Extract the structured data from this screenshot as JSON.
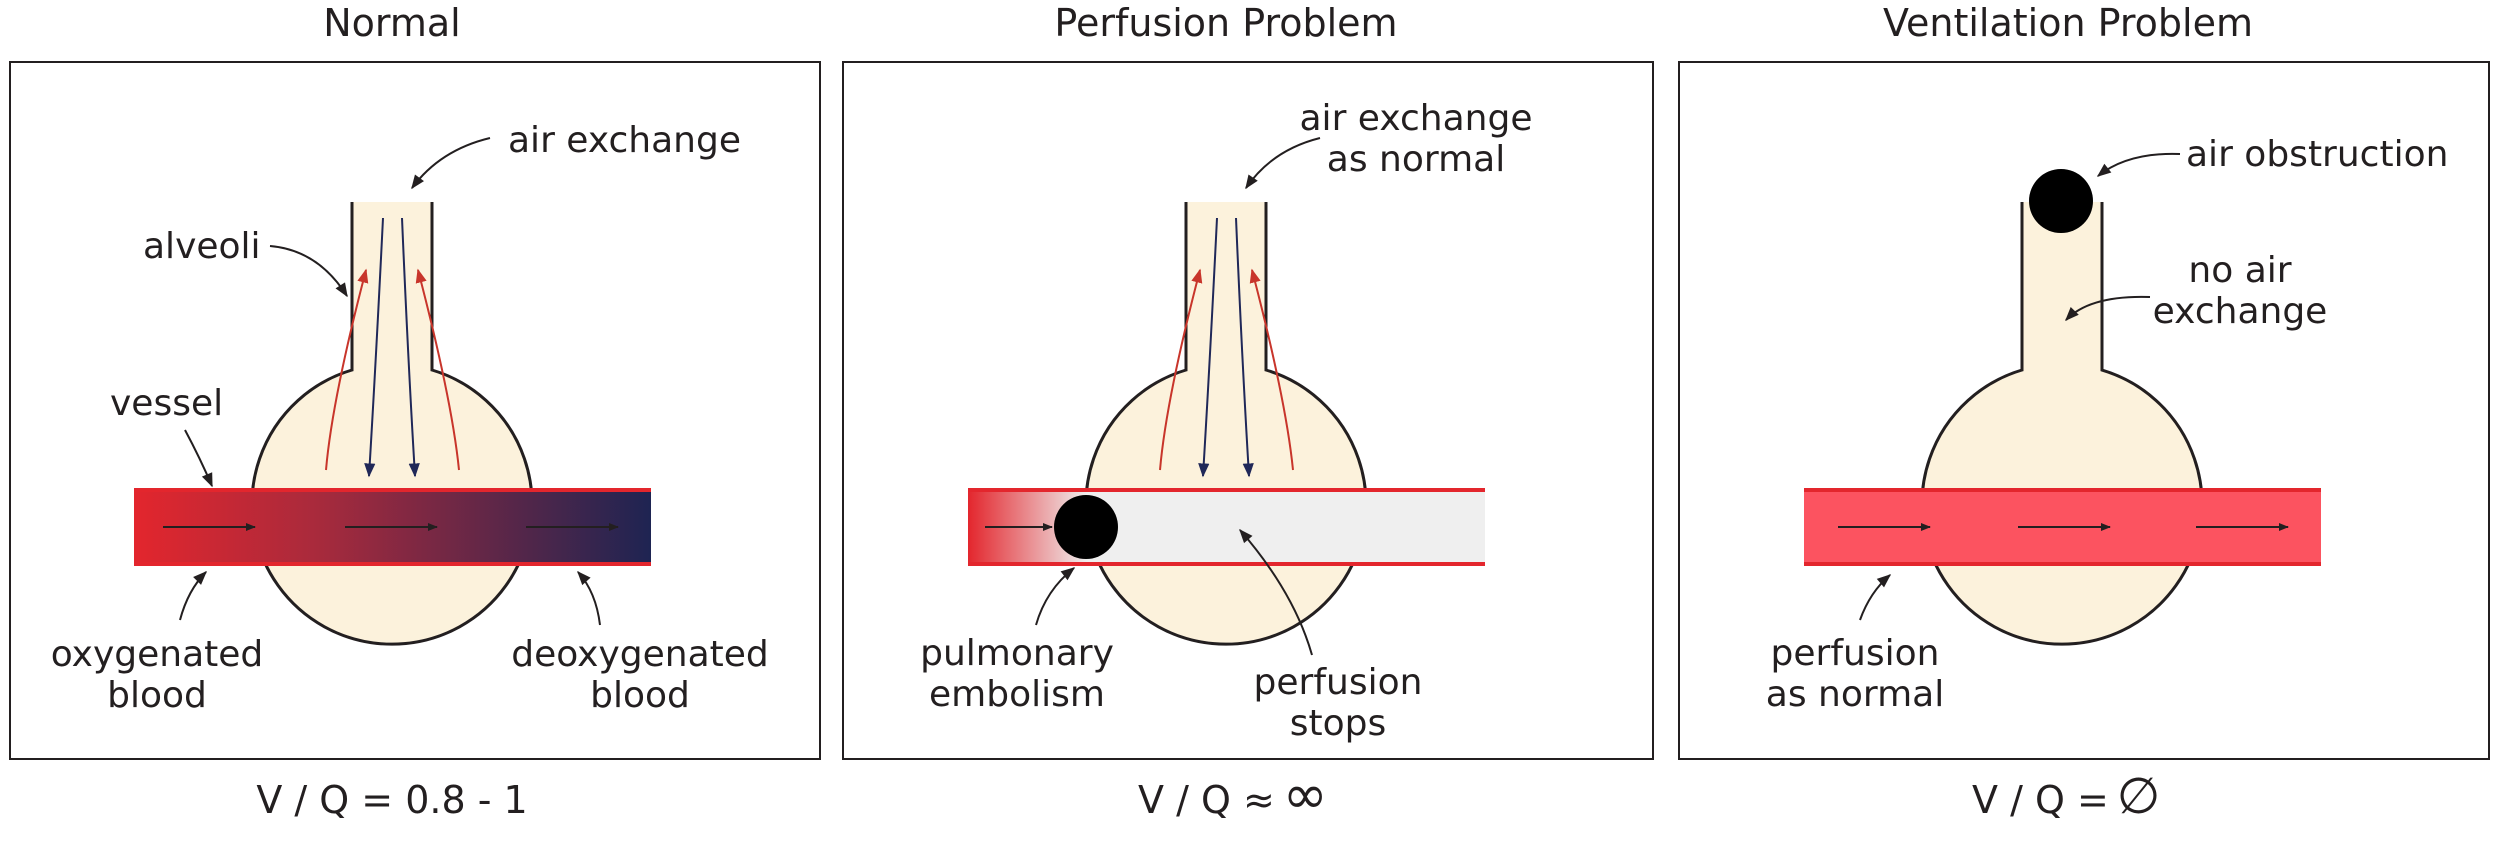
{
  "colors": {
    "alveolus_fill": "#fcf2dc",
    "oxygenated": "#e3262d",
    "deoxygenated": "#1e2452",
    "normal_perfusion": "#fc5360",
    "stopped_perfusion": "#efefef",
    "air_arrow_out": "#c8352b",
    "air_arrow_in": "#202858",
    "obstruction": "#000000"
  },
  "panels": [
    {
      "title": "Normal",
      "labels": {
        "top": "air exchange",
        "alveoli": "alveoli",
        "vessel": "vessel",
        "left_1": "oxygenated",
        "left_2": "blood",
        "right_1": "deoxygenated",
        "right_2": "blood"
      },
      "formula": "V / Q = 0.8 - 1"
    },
    {
      "title": "Perfusion Problem",
      "labels": {
        "top_1": "air exchange",
        "top_2": "as normal",
        "left_1": "pulmonary",
        "left_2": "embolism",
        "right_1": "perfusion",
        "right_2": "stops"
      },
      "formula_text": "V / Q ≈",
      "formula_symbol": "∞"
    },
    {
      "title": "Ventilation Problem",
      "labels": {
        "top": "air obstruction",
        "mid_1": "no air",
        "mid_2": "exchange",
        "left_1": "perfusion",
        "left_2": "as normal"
      },
      "formula_text": "V / Q =",
      "formula_symbol": "∅"
    }
  ]
}
